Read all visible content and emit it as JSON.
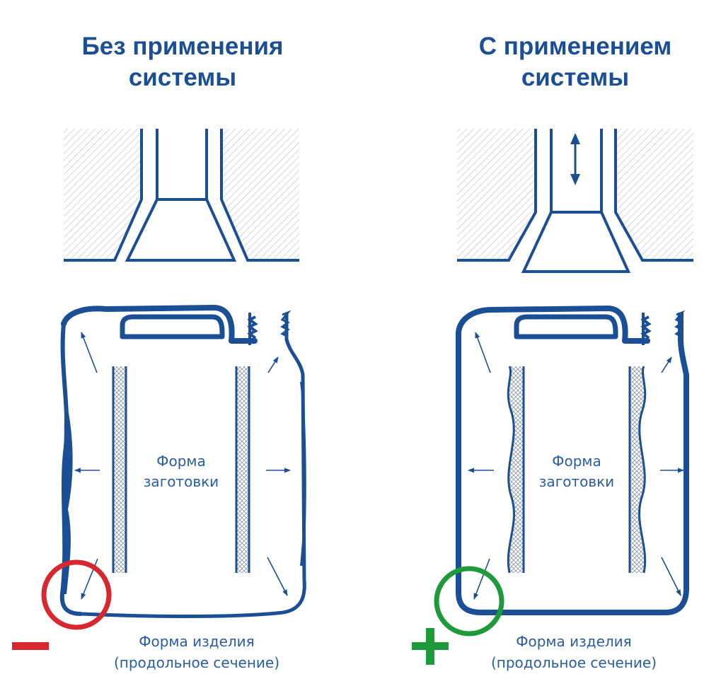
{
  "left_panel": {
    "title_line1": "Без применения",
    "title_line2": "системы",
    "preform_label_line1": "Форма",
    "preform_label_line2": "заготовки",
    "caption_line1": "Форма изделия",
    "caption_line2": "(продольное сечение)",
    "indicator": "minus"
  },
  "right_panel": {
    "title_line1": "С применением",
    "title_line2": "системы",
    "preform_label_line1": "Форма",
    "preform_label_line2": "заготовки",
    "caption_line1": "Форма изделия",
    "caption_line2": "(продольное сечение)",
    "indicator": "plus"
  },
  "colors": {
    "primary_blue": "#1b4f95",
    "text_blue": "#2a5da3",
    "hatch_gray": "#b9bec6",
    "negative_red": "#d7282f",
    "positive_green": "#1f9a3a"
  }
}
